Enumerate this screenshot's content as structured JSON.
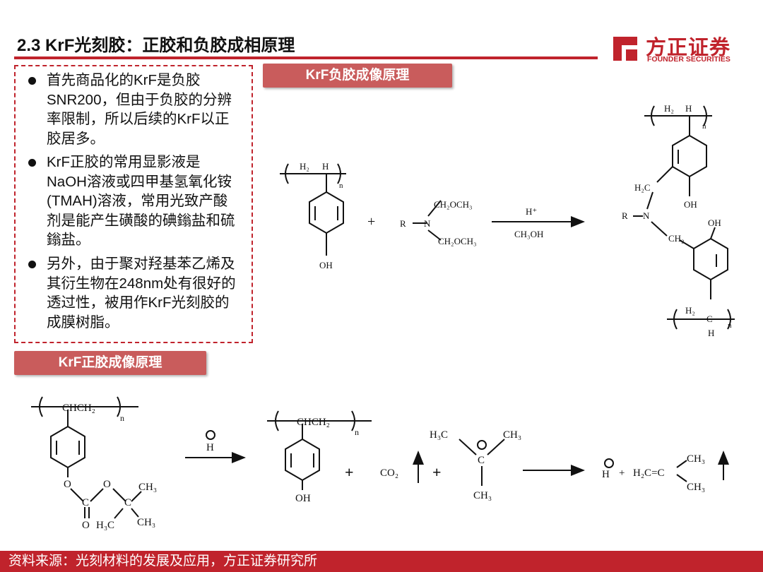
{
  "header": {
    "title": "2.3 KrF光刻胶：正胶和负胶成相原理",
    "logo_name": "方正证券",
    "logo_sub": "FOUNDER SECURITIES"
  },
  "bullets": [
    "首先商品化的KrF是负胶SNR200，但由于负胶的分辨率限制，所以后续的KrF以正胶居多。",
    "KrF正胶的常用显影液是NaOH溶液或四甲基氢氧化铵(TMAH)溶液，常用光致产酸剂是能产生磺酸的碘鎓盐和硫鎓盐。",
    "另外，由于聚对羟基苯乙烯及其衍生物在248nm处有很好的透过性，被用作KrF光刻胶的成膜树脂。"
  ],
  "banners": {
    "negative": "KrF负胶成像原理",
    "positive": "KrF正胶成像原理"
  },
  "negative_scheme": {
    "ch2": "H₂",
    "ch": "H",
    "repeat": "n",
    "oh": "OH",
    "plus": "+",
    "r": "R",
    "n": "N",
    "ch2och3_top": "CH₂OCH₃",
    "ch2och3_bottom": "CH₂OCH₃",
    "catalyst": "H⁺",
    "solvent": "CH₃OH",
    "product_h2c": "H₂C",
    "product_oh_1": "OH",
    "product_oh_2": "OH",
    "product_r": "R",
    "product_n": "N",
    "product_ch2": "CH₂",
    "product_c": "C",
    "product_h": "H"
  },
  "positive_scheme": {
    "monomer": "CHCH₂",
    "repeat": "n",
    "o1": "O",
    "o2": "O",
    "c_carbonyl": "C",
    "o_carbonyl": "O",
    "c_tert": "C",
    "ch3_1": "CH₃",
    "h3c": "H₃C",
    "ch3_2": "CH₃",
    "acid": "H",
    "oh": "OH",
    "plus1": "+",
    "co2": "CO₂",
    "plus2": "+",
    "cation_h3c": "H₃C",
    "cation_ch3_top": "CH₃",
    "cation_c": "C",
    "cation_ch3_bottom": "CH₃",
    "product_h": "H",
    "product_plus": "+",
    "isobutene": "H₂C=C",
    "isobutene_ch3_top": "CH₃",
    "isobutene_ch3_bottom": "CH₃"
  },
  "footer": "资料来源：光刻材料的发展及应用，方正证券研究所"
}
